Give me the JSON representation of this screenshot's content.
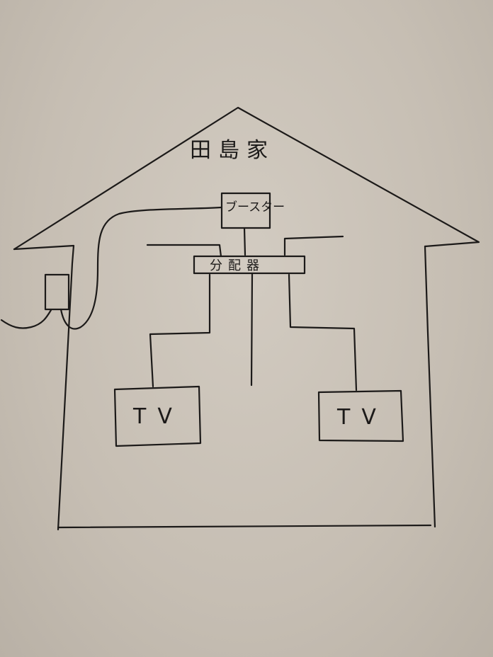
{
  "house": {
    "title": "田島家"
  },
  "booster": {
    "label": "ブースター"
  },
  "splitter": {
    "label": "分配器"
  },
  "tvs": [
    {
      "label": "TV"
    },
    {
      "label": "TV"
    }
  ]
}
